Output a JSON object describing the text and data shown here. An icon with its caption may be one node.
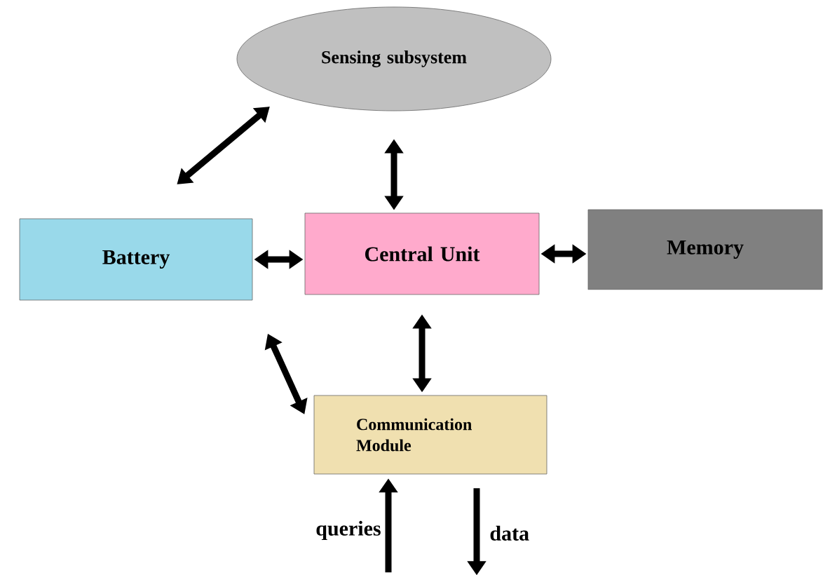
{
  "diagram": {
    "nodes": [
      {
        "text": [
          "Sensing subsystem"
        ]
      },
      {
        "text": [
          "Battery"
        ]
      },
      {
        "text": [
          "Central Unit"
        ]
      },
      {
        "text": [
          "Memory"
        ]
      },
      {
        "text": [
          "Communication Module"
        ]
      }
    ],
    "edges": [
      {
        "from": 1,
        "to": 0,
        "arrow": "both"
      },
      {
        "from": 0,
        "to": 2,
        "arrow": "both"
      },
      {
        "from": 1,
        "to": 2,
        "arrow": "both"
      },
      {
        "from": 2,
        "to": 3,
        "arrow": "both"
      },
      {
        "from": 2,
        "to": 4,
        "arrow": "both"
      },
      {
        "from": 1,
        "to": 4,
        "arrow": "both"
      },
      {
        "from": null,
        "to": 4,
        "arrow": "to",
        "label": "queries"
      },
      {
        "from": 4,
        "to": null,
        "arrow": "to",
        "label": "data"
      }
    ]
  }
}
